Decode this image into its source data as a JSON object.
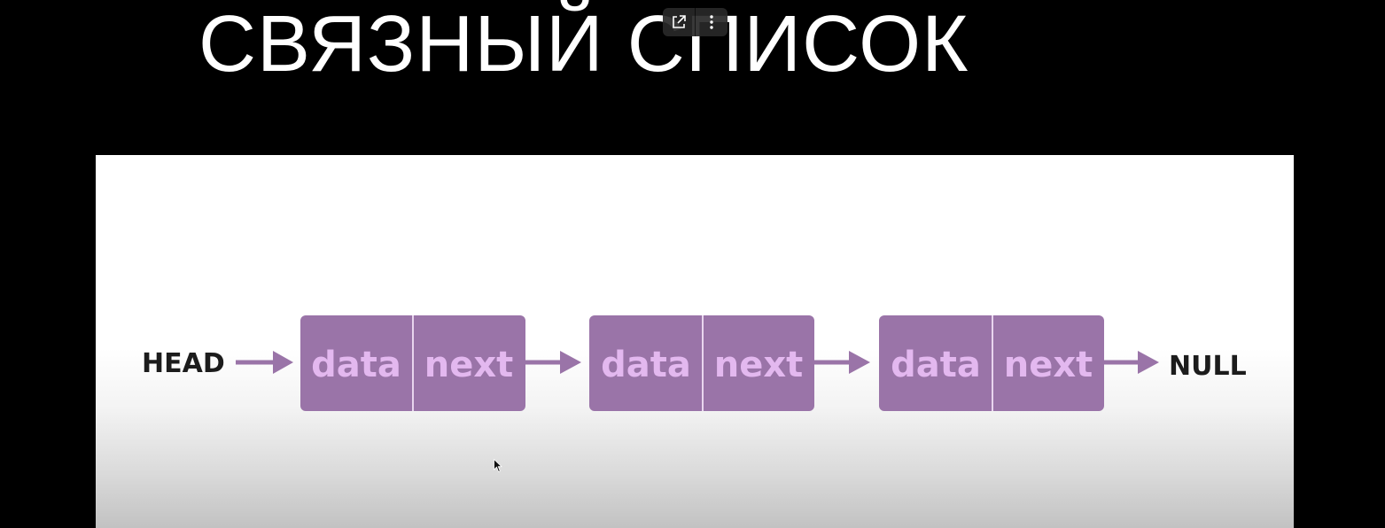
{
  "title": "СВЯЗНЫЙ СПИСОК",
  "overlay": {
    "buttons": [
      {
        "icon": "open-external-icon"
      },
      {
        "icon": "more-vertical-icon"
      }
    ]
  },
  "diagram": {
    "head_label": "HEAD",
    "null_label": "NULL",
    "nodes": [
      {
        "data_label": "data",
        "next_label": "next"
      },
      {
        "data_label": "data",
        "next_label": "next"
      },
      {
        "data_label": "data",
        "next_label": "next"
      }
    ],
    "colors": {
      "node_fill": "#9a74a8",
      "node_label": "#e3b8ef",
      "arrow": "#9a74a8",
      "end_label": "#1c1c1c"
    }
  }
}
